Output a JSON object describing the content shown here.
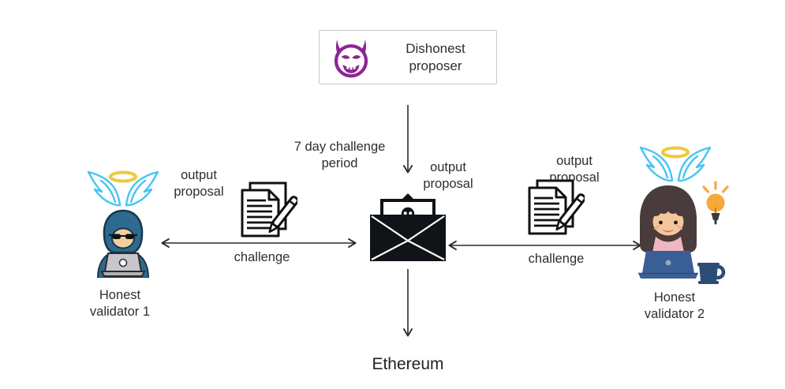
{
  "diagram": {
    "proposer_label": "Dishonest proposer",
    "challenge_period_label": "7 day challenge period",
    "output_proposal_label": "output proposal",
    "challenge_label": "challenge",
    "validator1_label": "Honest validator 1",
    "validator2_label": "Honest validator 2",
    "ethereum_label": "Ethereum",
    "icons": {
      "proposer": "devil-icon",
      "center": "envelope-with-skull-icon",
      "proposal_docs": "document-with-pen-icon",
      "validators": [
        "hacker-with-laptop-icon",
        "woman-with-laptop-icon"
      ],
      "validator_halos": "angel-wings-and-halo-icon",
      "validator2_extras": [
        "lightbulb-icon",
        "coffee-mug-icon"
      ]
    },
    "colors": {
      "devil_purple": "#8E2594",
      "wing_blue": "#45C5F2",
      "halo_yellow": "#EFC83C",
      "hoodie_blue": "#2E6A8F",
      "laptop_gray": "#C6C6CB",
      "skin_tan": "#F3CFA0",
      "hair_brown": "#4A3C3C",
      "shirt_pink": "#EFB7C1",
      "laptop_blue": "#3A5E96",
      "mug_navy": "#2C4B77",
      "bulb_orange": "#F5A93B",
      "ink_black": "#101418",
      "arrow_gray": "#2b2b2b",
      "box_border": "#c9c9c9"
    }
  }
}
